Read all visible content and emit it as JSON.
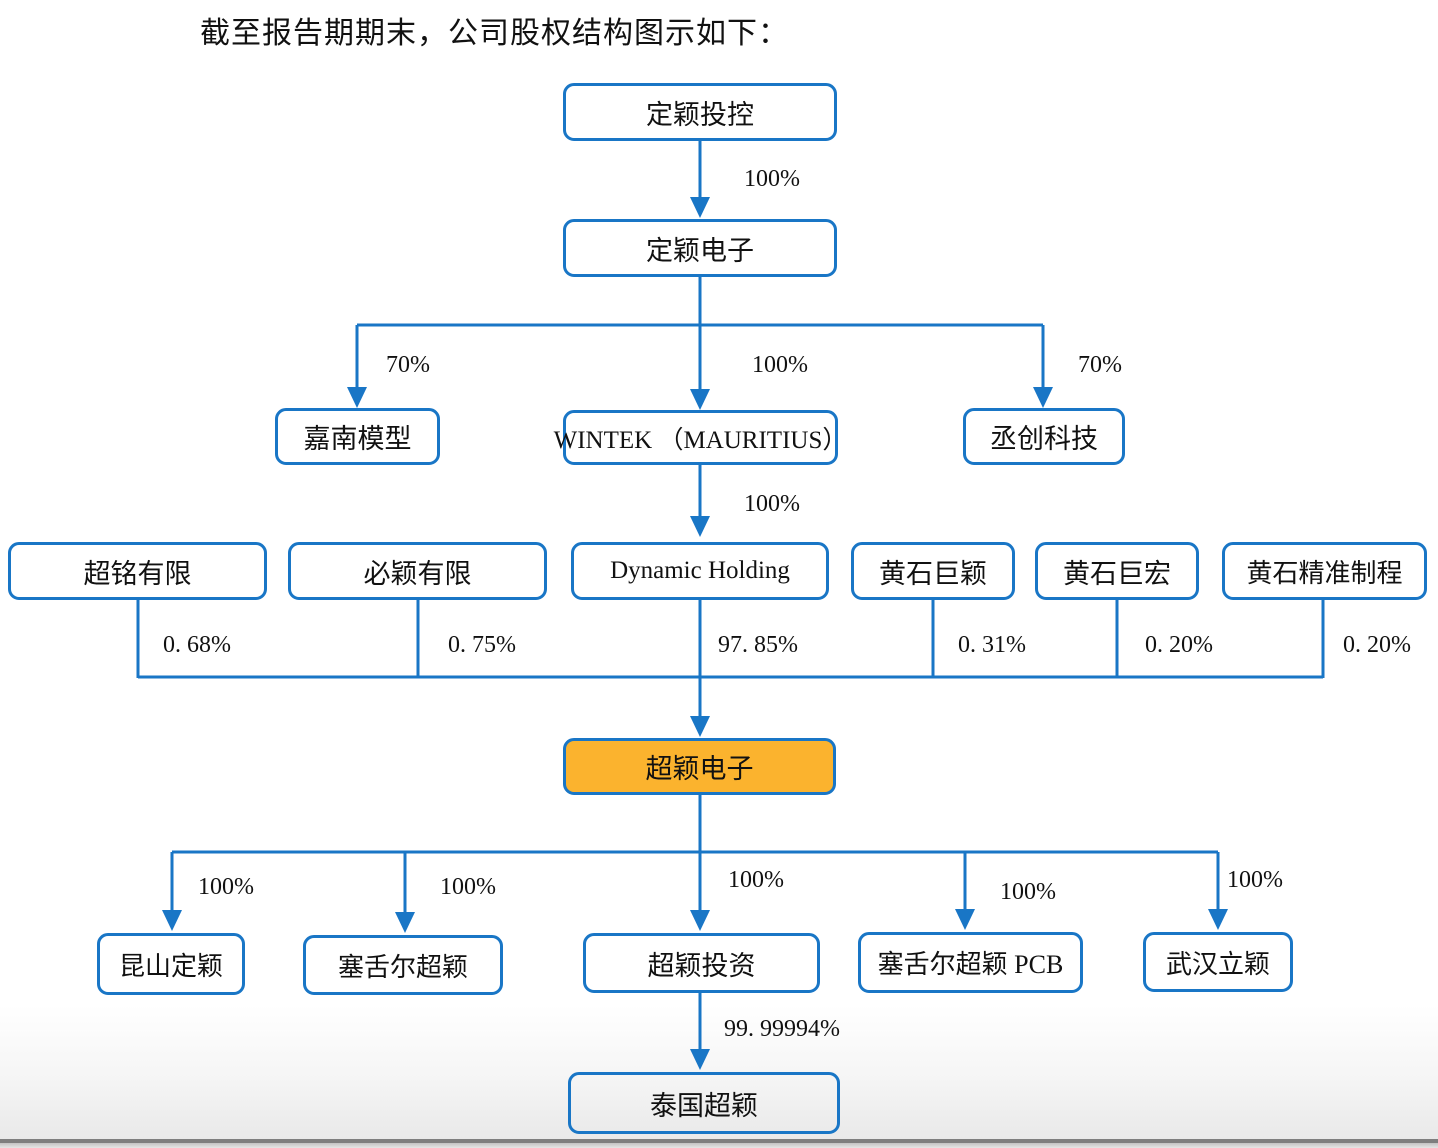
{
  "title": "截至报告期期末，公司股权结构图示如下：",
  "colors": {
    "line": "#1976C6",
    "highlight": "#FBB32E",
    "ink": "#111111"
  },
  "nodes": [
    {
      "id": "dingying-holding",
      "label": "定颖投控"
    },
    {
      "id": "dingying-electronics",
      "label": "定颖电子"
    },
    {
      "id": "jianan-model",
      "label": "嘉南模型"
    },
    {
      "id": "wintek-mauritius",
      "label": "WINTEK （MAURITIUS）"
    },
    {
      "id": "chengchuang-tech",
      "label": "丞创科技"
    },
    {
      "id": "chaoming-ltd",
      "label": "超铭有限"
    },
    {
      "id": "biying-ltd",
      "label": "必颖有限"
    },
    {
      "id": "dynamic-holding",
      "label": "Dynamic Holding"
    },
    {
      "id": "huangshi-juying",
      "label": "黄石巨颖"
    },
    {
      "id": "huangshi-juhong",
      "label": "黄石巨宏"
    },
    {
      "id": "huangshi-precision",
      "label": "黄石精准制程"
    },
    {
      "id": "chaoying-electronics",
      "label": "超颖电子"
    },
    {
      "id": "kunshan-dingying",
      "label": "昆山定颖"
    },
    {
      "id": "seychelles-chaoying",
      "label": "塞舌尔超颖"
    },
    {
      "id": "chaoying-investment",
      "label": "超颖投资"
    },
    {
      "id": "seychelles-chaoying-pcb",
      "label": "塞舌尔超颖 PCB"
    },
    {
      "id": "wuhan-liying",
      "label": "武汉立颖"
    },
    {
      "id": "thailand-chaoying",
      "label": "泰国超颖"
    }
  ],
  "edges": [
    {
      "from": "dingying-holding",
      "to": "dingying-electronics",
      "text": "100%"
    },
    {
      "from": "dingying-electronics",
      "to": "jianan-model",
      "text": "70%"
    },
    {
      "from": "dingying-electronics",
      "to": "wintek-mauritius",
      "text": "100%"
    },
    {
      "from": "dingying-electronics",
      "to": "chengchuang-tech",
      "text": "70%"
    },
    {
      "from": "wintek-mauritius",
      "to": "dynamic-holding",
      "text": "100%"
    },
    {
      "from": "chaoming-ltd",
      "to": "chaoying-electronics",
      "text": "0. 68%"
    },
    {
      "from": "biying-ltd",
      "to": "chaoying-electronics",
      "text": "0. 75%"
    },
    {
      "from": "dynamic-holding",
      "to": "chaoying-electronics",
      "text": "97. 85%"
    },
    {
      "from": "huangshi-juying",
      "to": "chaoying-electronics",
      "text": "0. 31%"
    },
    {
      "from": "huangshi-juhong",
      "to": "chaoying-electronics",
      "text": "0. 20%"
    },
    {
      "from": "huangshi-precision",
      "to": "chaoying-electronics",
      "text": "0. 20%"
    },
    {
      "from": "chaoying-electronics",
      "to": "kunshan-dingying",
      "text": "100%"
    },
    {
      "from": "chaoying-electronics",
      "to": "seychelles-chaoying",
      "text": "100%"
    },
    {
      "from": "chaoying-electronics",
      "to": "chaoying-investment",
      "text": "100%"
    },
    {
      "from": "chaoying-electronics",
      "to": "seychelles-chaoying-pcb",
      "text": "100%"
    },
    {
      "from": "chaoying-electronics",
      "to": "wuhan-liying",
      "text": "100%"
    },
    {
      "from": "chaoying-investment",
      "to": "thailand-chaoying",
      "text": "99. 99994%"
    }
  ]
}
